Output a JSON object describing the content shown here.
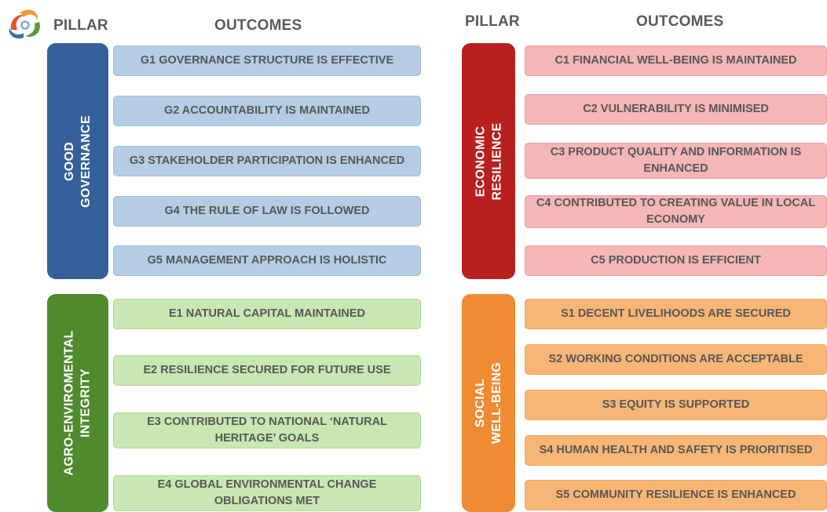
{
  "headers": {
    "pillar_left": "PILLAR",
    "outcomes_left": "OUTCOMES",
    "pillar_right": "PILLAR",
    "outcomes_right": "OUTCOMES"
  },
  "colors": {
    "governance": "#36609a",
    "economic": "#b8201d",
    "environmental": "#4f8a2d",
    "social": "#ef8b33"
  },
  "pillars": {
    "governance": "GOOD\nGOVERNANCE",
    "economic": "ECONOMIC\nRESILIENCE",
    "environmental": "AGRO-ENVIROMENTAL\nINTEGRITY",
    "social": "SOCIAL\nWELL-BEING"
  },
  "outcomes": {
    "governance": [
      "G1 GOVERNANCE STRUCTURE IS EFFECTIVE",
      "G2 ACCOUNTABILITY IS MAINTAINED",
      "G3 STAKEHOLDER PARTICIPATION IS ENHANCED",
      "G4 THE RULE OF LAW IS FOLLOWED",
      "G5  MANAGEMENT APPROACH IS HOLISTIC"
    ],
    "economic": [
      "C1 FINANCIAL WELL-BEING IS MAINTAINED",
      "C2 VULNERABILITY IS MINIMISED",
      "C3 PRODUCT QUALITY AND INFORMATION IS ENHANCED",
      "C4 CONTRIBUTED TO CREATING VALUE IN LOCAL ECONOMY",
      "C5 PRODUCTION IS EFFICIENT"
    ],
    "environmental": [
      "E1 NATURAL CAPITAL MAINTAINED",
      "E2 RESILIENCE SECURED FOR FUTURE USE",
      "E3 CONTRIBUTED TO NATIONAL ‘NATURAL HERITAGE’ GOALS",
      "E4 GLOBAL ENVIRONMENTAL CHANGE OBLIGATIONS MET"
    ],
    "social": [
      "S1 DECENT LIVELIHOODS ARE SECURED",
      "S2 WORKING CONDITIONS ARE ACCEPTABLE",
      "S3 EQUITY IS SUPPORTED",
      "S4 HUMAN HEALTH AND SAFETY IS PRIORITISED",
      "S5 COMMUNITY RESILIENCE IS ENHANCED"
    ]
  }
}
